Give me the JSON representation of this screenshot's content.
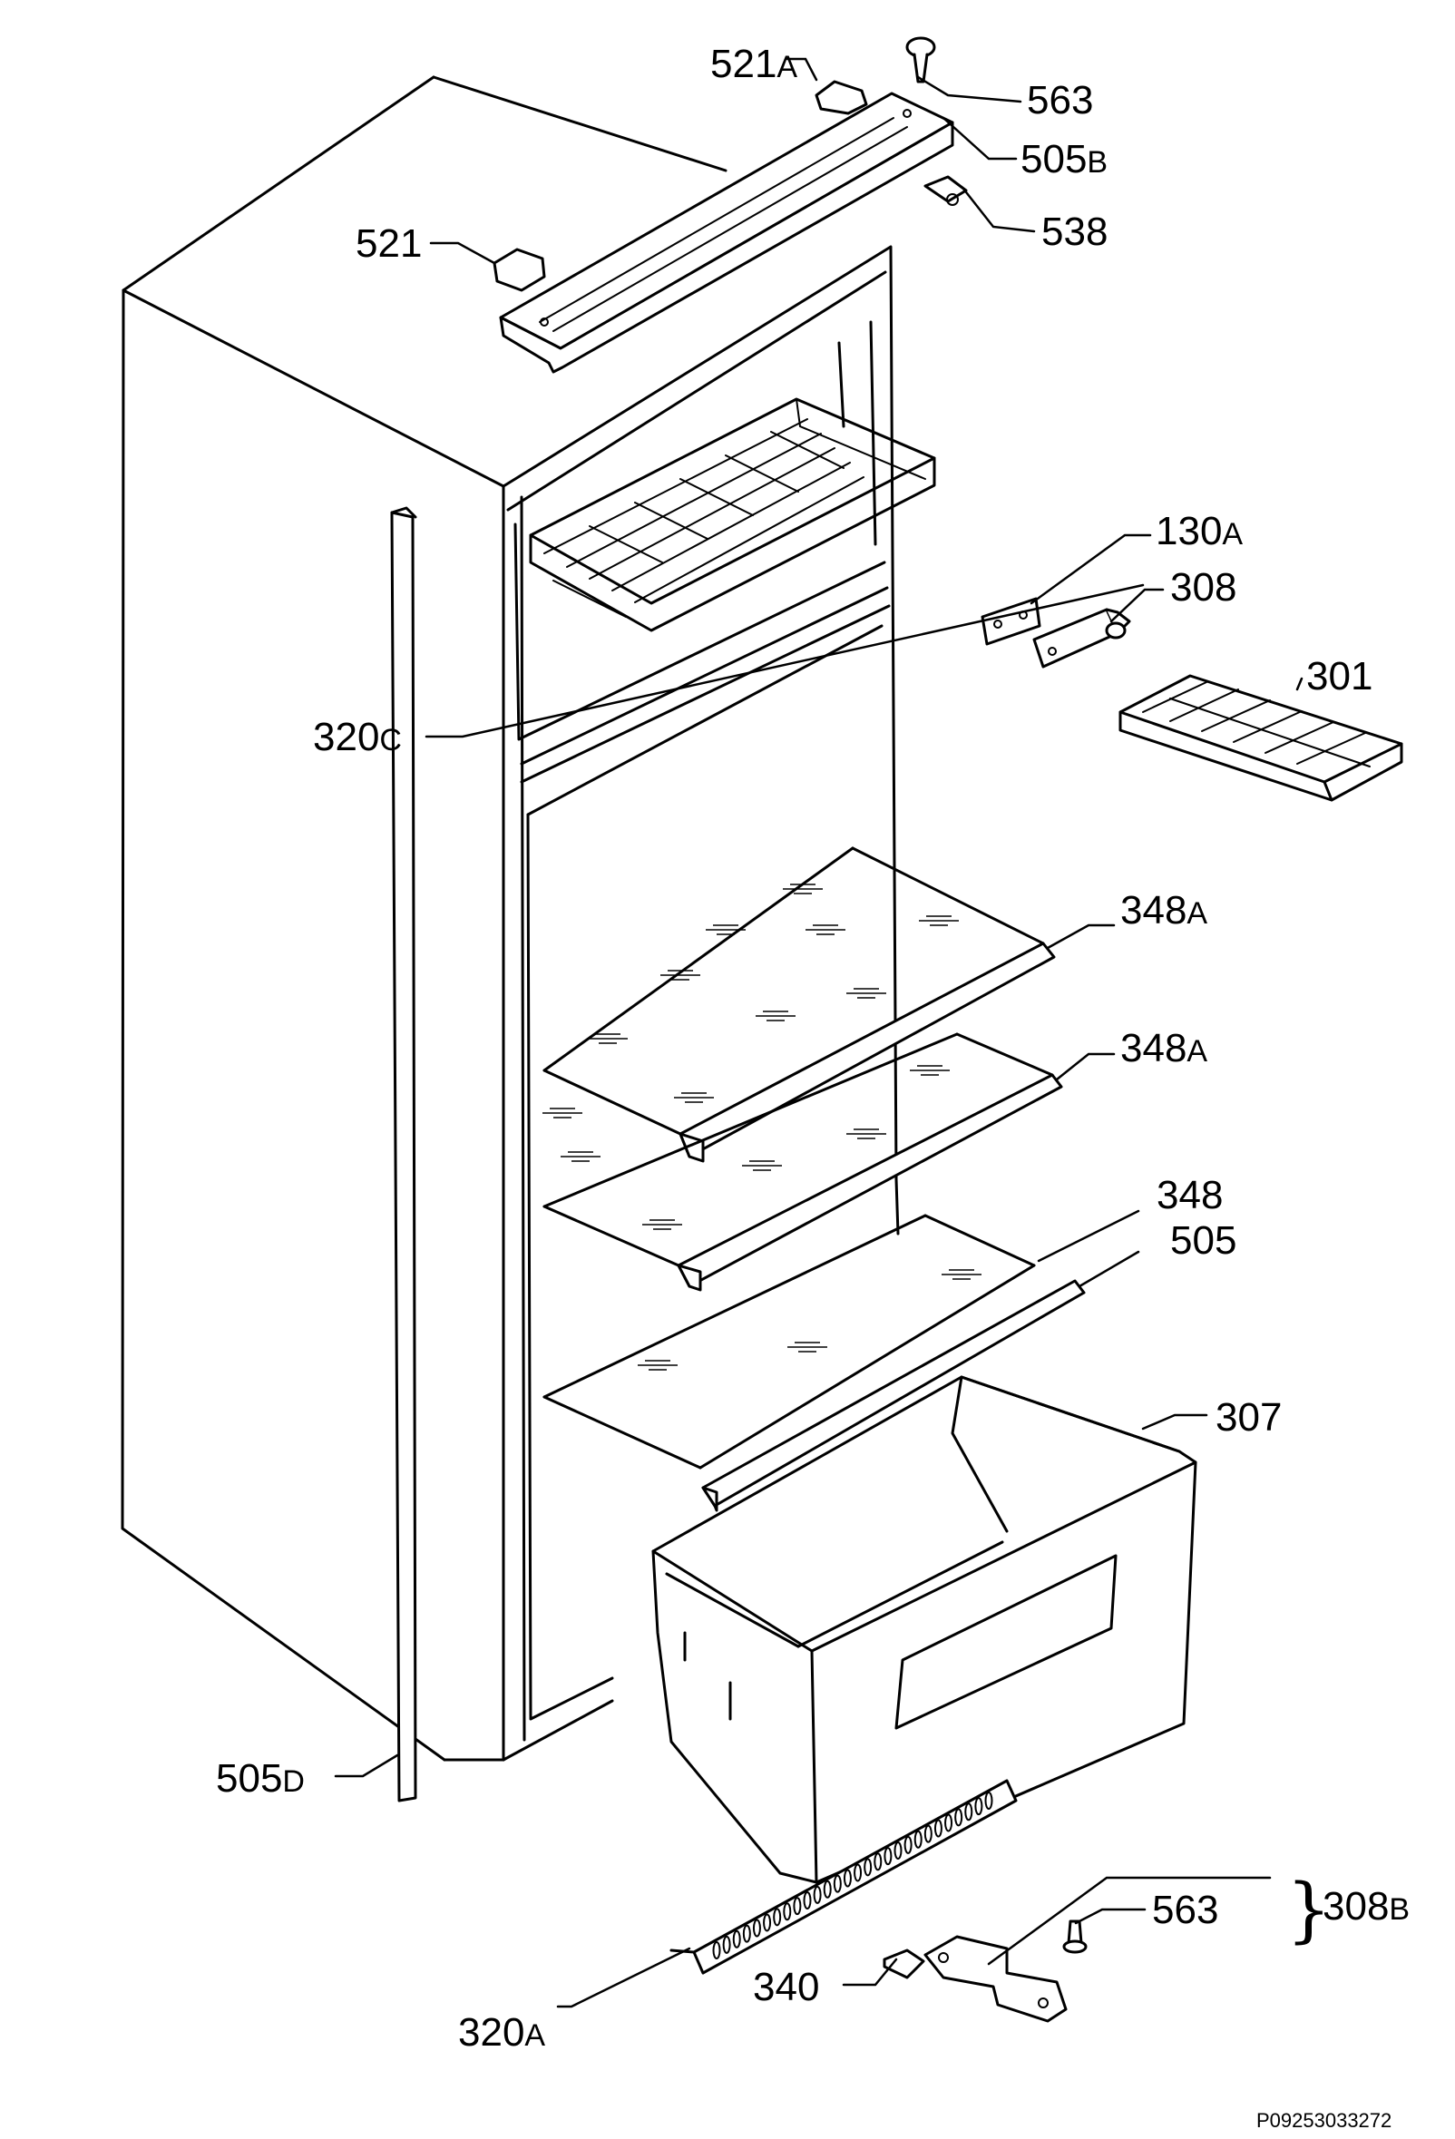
{
  "diagram": {
    "drawing_code": "P09253033272",
    "parts": [
      {
        "id": "p521a",
        "num": "521",
        "suffix": "A"
      },
      {
        "id": "p563top",
        "num": "563",
        "suffix": ""
      },
      {
        "id": "p505b",
        "num": "505",
        "suffix": "B"
      },
      {
        "id": "p538",
        "num": "538",
        "suffix": ""
      },
      {
        "id": "p521",
        "num": "521",
        "suffix": ""
      },
      {
        "id": "p130a",
        "num": "130",
        "suffix": "A"
      },
      {
        "id": "p308",
        "num": "308",
        "suffix": ""
      },
      {
        "id": "p301",
        "num": "301",
        "suffix": ""
      },
      {
        "id": "p320c",
        "num": "320",
        "suffix": "C"
      },
      {
        "id": "p348a1",
        "num": "348",
        "suffix": "A"
      },
      {
        "id": "p348a2",
        "num": "348",
        "suffix": "A"
      },
      {
        "id": "p348",
        "num": "348",
        "suffix": ""
      },
      {
        "id": "p505",
        "num": "505",
        "suffix": ""
      },
      {
        "id": "p307",
        "num": "307",
        "suffix": ""
      },
      {
        "id": "p505d",
        "num": "505",
        "suffix": "D"
      },
      {
        "id": "p563bot",
        "num": "563",
        "suffix": ""
      },
      {
        "id": "p308b",
        "num": "308",
        "suffix": "B"
      },
      {
        "id": "p340",
        "num": "340",
        "suffix": ""
      },
      {
        "id": "p320a",
        "num": "320",
        "suffix": "A"
      }
    ]
  }
}
